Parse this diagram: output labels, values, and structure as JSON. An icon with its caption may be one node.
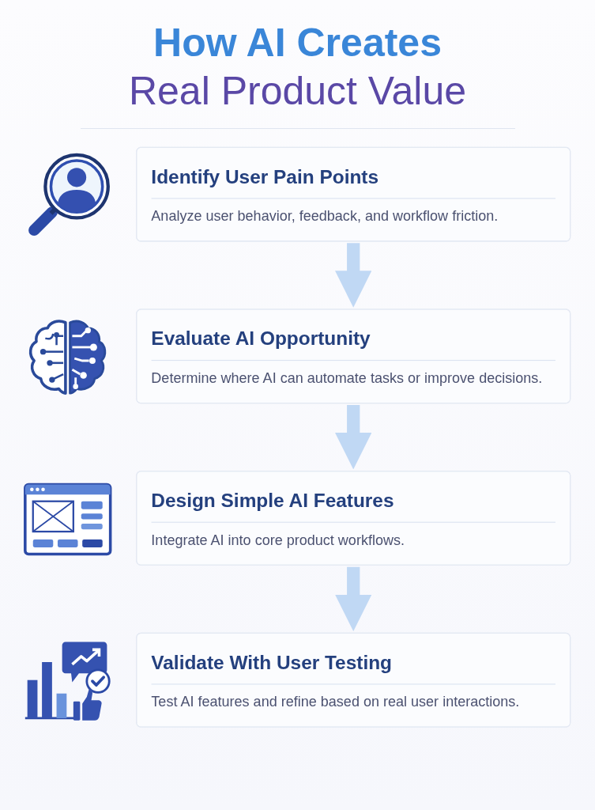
{
  "diagram": {
    "title": "How AI Creates Real Product Value",
    "nodes": [
      {
        "text": [
          "Identify User Pain Points",
          "Analyze user behavior, feedback, and workflow friction."
        ]
      },
      {
        "text": [
          "Evaluate AI Opportunity",
          "Determine where AI can automate tasks or improve decisions."
        ]
      },
      {
        "text": [
          "Design Simple AI Features",
          "Integrate AI into core product workflows."
        ]
      },
      {
        "text": [
          "Validate With User Testing",
          "Test AI features and refine based on real user interactions."
        ]
      }
    ],
    "edges": [
      {
        "from": 0,
        "to": 1,
        "arrow": "to"
      },
      {
        "from": 1,
        "to": 2,
        "arrow": "to"
      },
      {
        "from": 2,
        "to": 3,
        "arrow": "to"
      }
    ]
  }
}
